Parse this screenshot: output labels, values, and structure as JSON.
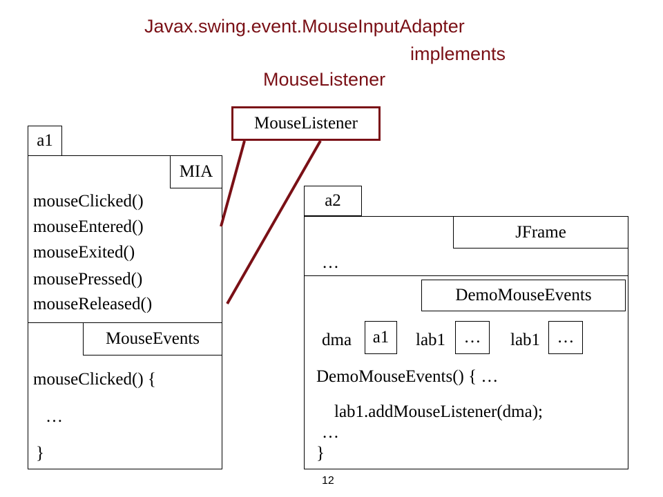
{
  "title": {
    "line1": "Javax.swing.event.MouseInputAdapter",
    "line2": "implements",
    "line3": "MouseListener"
  },
  "colors": {
    "accent": "#7a1016",
    "stroke": "#000000",
    "background": "#ffffff"
  },
  "mouse_listener_label": "MouseListener",
  "left_object": {
    "name": "a1",
    "mia_label": "MIA",
    "methods": [
      "mouseClicked()",
      "mouseEntered()",
      "mouseExited()",
      "mousePressed()",
      "mouseReleased()"
    ],
    "subclass_label": "MouseEvents",
    "body_line1": "mouseClicked()  {",
    "body_line2": "…",
    "body_line3": "}"
  },
  "right_object": {
    "name": "a2",
    "jframe_label": "JFrame",
    "ellipsis": "…",
    "subclass_label": "DemoMouseEvents",
    "field_dma": "dma",
    "field_dma_value": "a1",
    "field_lab1_a": "lab1",
    "field_lab1_a_value": "…",
    "field_lab1_b": "lab1",
    "field_lab1_b_value": "…",
    "ctor_line1": "DemoMouseEvents()  { …",
    "ctor_line2": "lab1.addMouseListener(dma);",
    "ctor_line3": "…",
    "ctor_line4": "}"
  },
  "footer": {
    "page_number": "12"
  }
}
